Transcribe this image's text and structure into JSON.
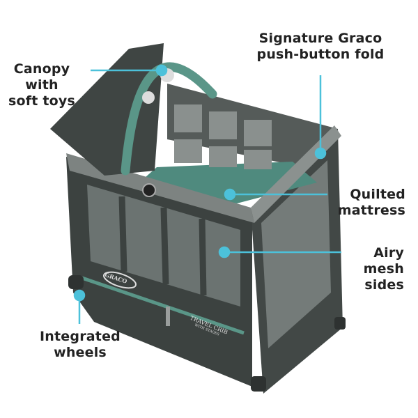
{
  "callouts": {
    "canopy": {
      "line1": "Canopy with",
      "line2": "soft toys"
    },
    "fold": {
      "line1": "Signature Graco",
      "line2": "push-button fold"
    },
    "mattress": {
      "line1": "Quilted",
      "line2": "mattress"
    },
    "mesh": {
      "line1": "Airy mesh",
      "line2": "sides"
    },
    "wheels": {
      "line1": "Integrated",
      "line2": "wheels"
    }
  },
  "product": {
    "brand_logo": "GRACO",
    "model_name": "TRAVEL CRIB",
    "model_sub": "WITH STAGES"
  },
  "colors": {
    "callout_line": "#4cc1da",
    "fabric_dark": "#3f4543",
    "accent_green": "#5a9688",
    "mesh": "#6d7472"
  }
}
